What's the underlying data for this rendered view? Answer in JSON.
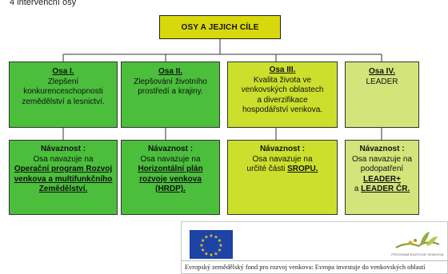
{
  "heading": "4 intervenční osy",
  "root": "OSY A JEJICH CÍLE",
  "axes": [
    {
      "title": "Osa I.",
      "lines": [
        "Zlepšení",
        "konkurenceschopnosti",
        "zemědělství a lesnictví."
      ]
    },
    {
      "title": "Osa II.",
      "lines": [
        "Zlepšování životního",
        "prostředí a krajiny."
      ]
    },
    {
      "title": "Osa III.",
      "lines": [
        "Kvalita života ve",
        "venkovských oblastech",
        "a diverzifikace",
        "hospodářství venkova."
      ]
    },
    {
      "title": "Osa IV.",
      "lines": [
        "LEADER"
      ]
    }
  ],
  "links": [
    {
      "label": "Návaznost :",
      "text1": "Osa navazuje na",
      "program": "Operační program Rozvoj venkova a multifunkčního Zemědělství."
    },
    {
      "label": "Návaznost :",
      "text1": "Osa navazuje na",
      "program": "Horizontální plán rozvoje venkova (HRDP)."
    },
    {
      "label": "Návaznost :",
      "text1": "Osa navazuje na",
      "text2": "určité části",
      "program": "SROPU."
    },
    {
      "label": "Návaznost :",
      "text1": "Osa navazuje na",
      "text2": "podopatření",
      "program": "LEADER+",
      "connector": "a",
      "program2": "LEADER ČR."
    }
  ],
  "footer": {
    "logo_text": "PROGRAM ROZVOJE VENKOVA",
    "caption": "Evropský zemědělský fond pro rozvoj venkova: Evropa investuje do venkovských oblastí"
  },
  "colors": {
    "root": "#d8d80c",
    "green": "#4bbf3c",
    "lime": "#cbdf2c",
    "light": "#d3e57a"
  }
}
